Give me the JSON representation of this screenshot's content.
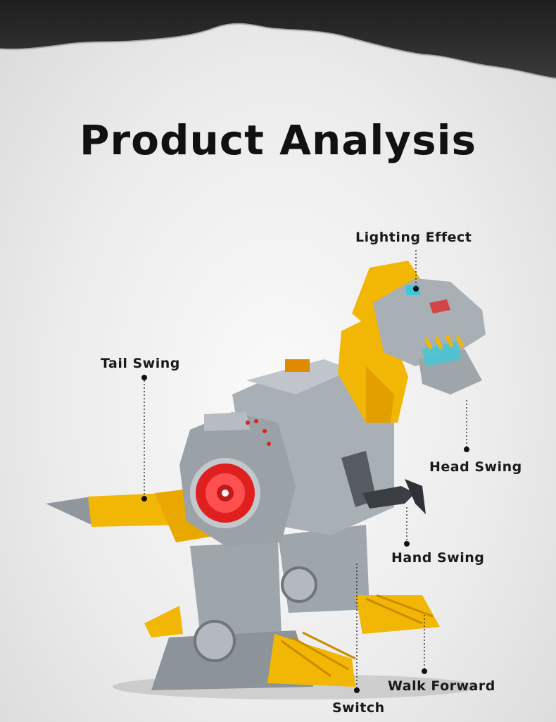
{
  "title": "Product Analysis",
  "callouts": {
    "lighting": "Lighting Effect",
    "tail": "Tail Swing",
    "head": "Head Swing",
    "hand": "Hand Swing",
    "walk": "Walk Forward",
    "switch": "Switch"
  },
  "colors": {
    "body_gray": "#9ea5ab",
    "accent_yellow": "#f2b705",
    "disc_red": "#e02020",
    "eye_cyan": "#3fc8d8",
    "text": "#111111"
  }
}
